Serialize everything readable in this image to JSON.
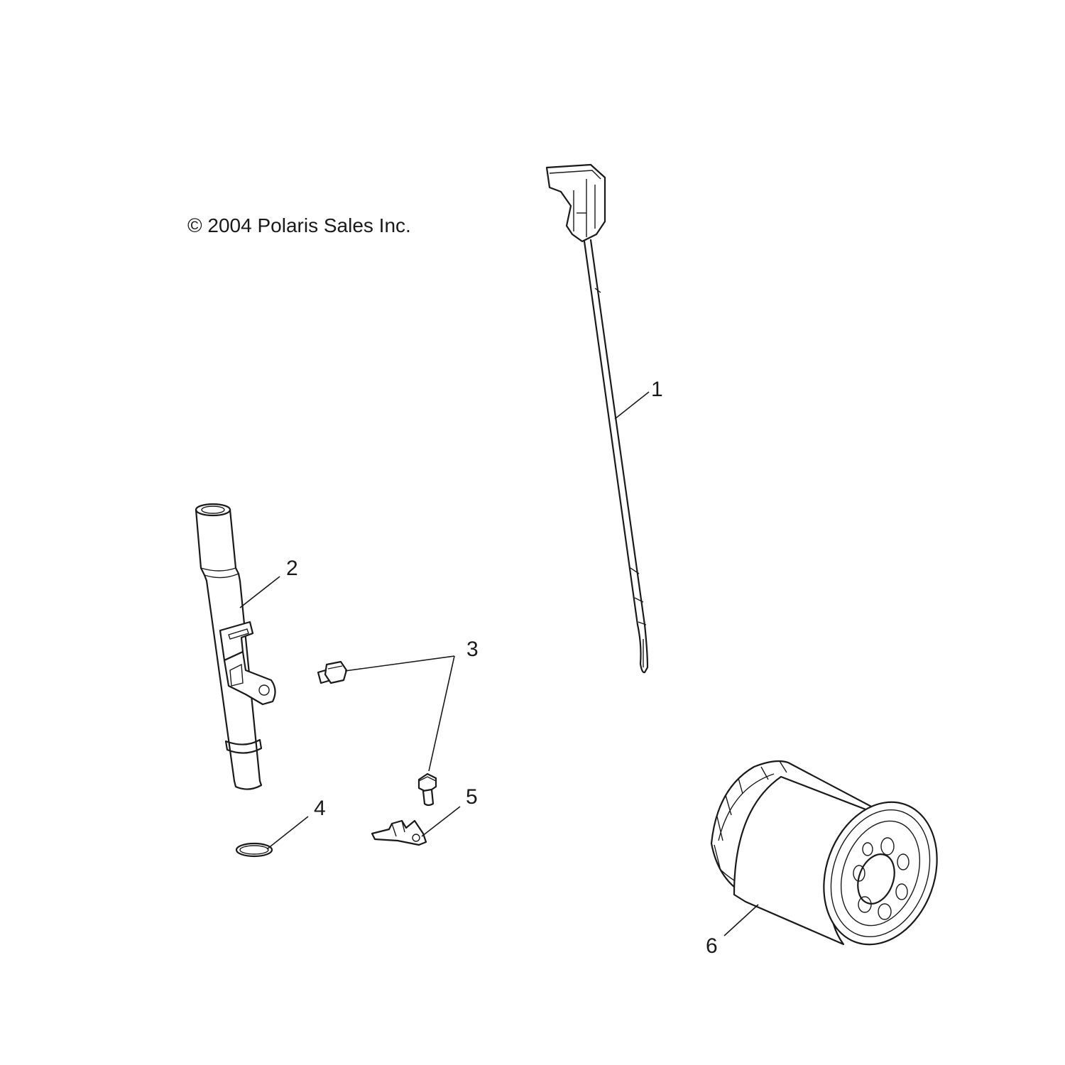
{
  "copyright": "© 2004 Polaris Sales Inc.",
  "callouts": {
    "dipstick": "1",
    "dipstick_tube": "2",
    "bolt": "3",
    "o_ring": "4",
    "bracket": "5",
    "oil_filter": "6"
  },
  "colors": {
    "line": "#1a1a1a",
    "background": "#ffffff"
  }
}
